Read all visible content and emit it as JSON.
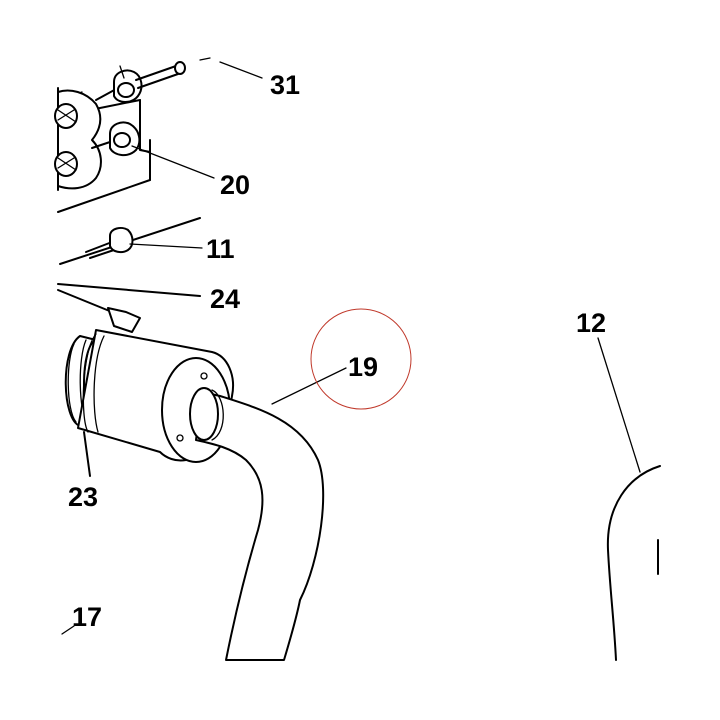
{
  "diagram": {
    "highlight_color": "#c0392b",
    "line_color": "#000000",
    "labels": {
      "p31": "31",
      "p20": "20",
      "p11": "11",
      "p24": "24",
      "p19": "19",
      "p12": "12",
      "p23": "23",
      "p17": "17"
    },
    "highlighted_part": "19"
  }
}
